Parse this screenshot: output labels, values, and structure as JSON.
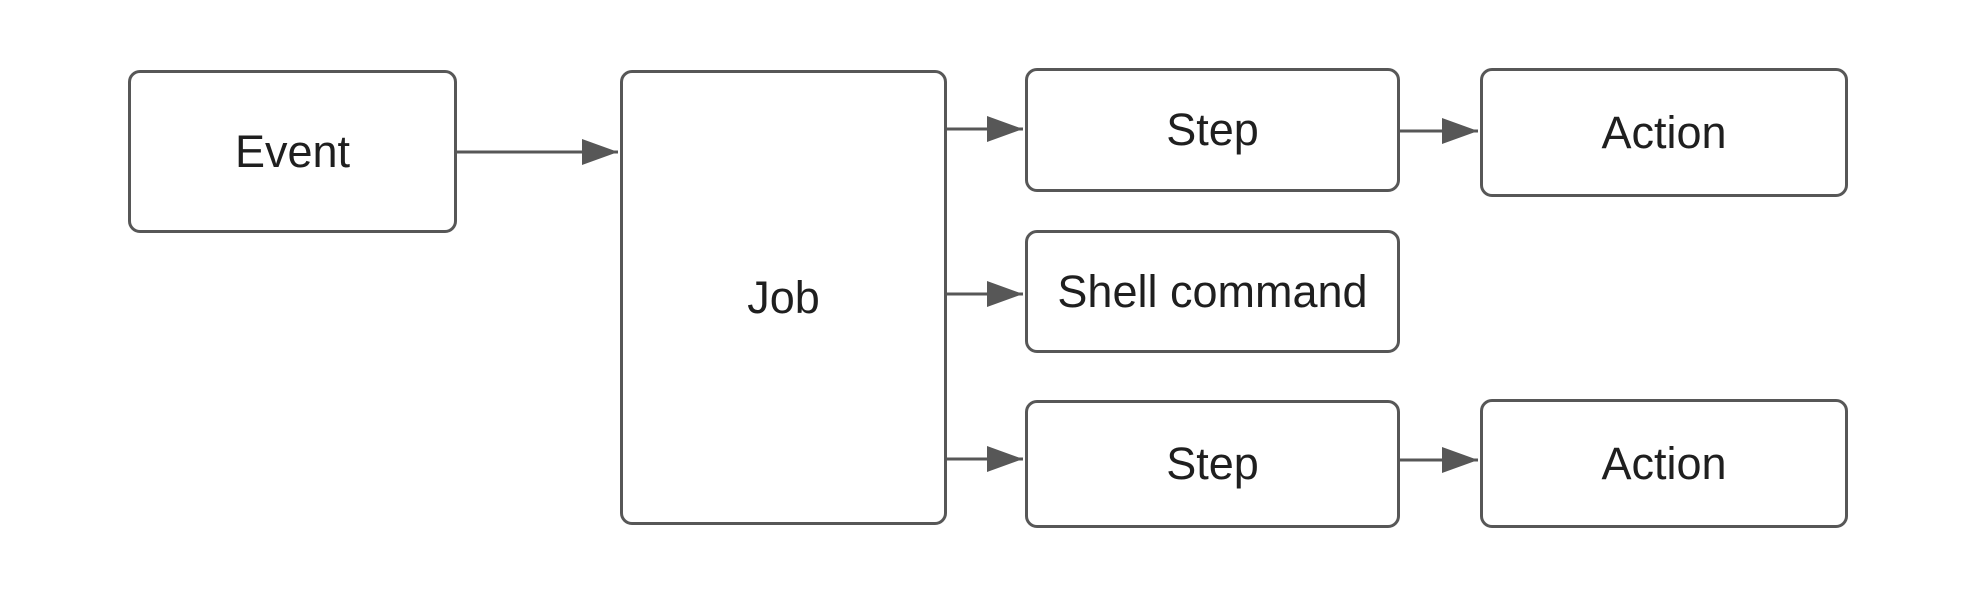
{
  "diagram": {
    "type": "flowchart",
    "direction": "left-to-right",
    "colors": {
      "background": "#ffffff",
      "node_fill": "#ffffff",
      "stroke": "#575757",
      "text": "#1f1f1f"
    },
    "nodes": [
      {
        "id": "event",
        "label": "Event"
      },
      {
        "id": "job",
        "label": "Job"
      },
      {
        "id": "step-1",
        "label": "Step"
      },
      {
        "id": "shell-command",
        "label": "Shell command"
      },
      {
        "id": "step-2",
        "label": "Step"
      },
      {
        "id": "action-1",
        "label": "Action"
      },
      {
        "id": "action-2",
        "label": "Action"
      }
    ],
    "edges": [
      {
        "from": "event",
        "to": "job"
      },
      {
        "from": "job",
        "to": "step-1"
      },
      {
        "from": "job",
        "to": "shell-command"
      },
      {
        "from": "job",
        "to": "step-2"
      },
      {
        "from": "step-1",
        "to": "action-1"
      },
      {
        "from": "step-2",
        "to": "action-2"
      }
    ]
  }
}
